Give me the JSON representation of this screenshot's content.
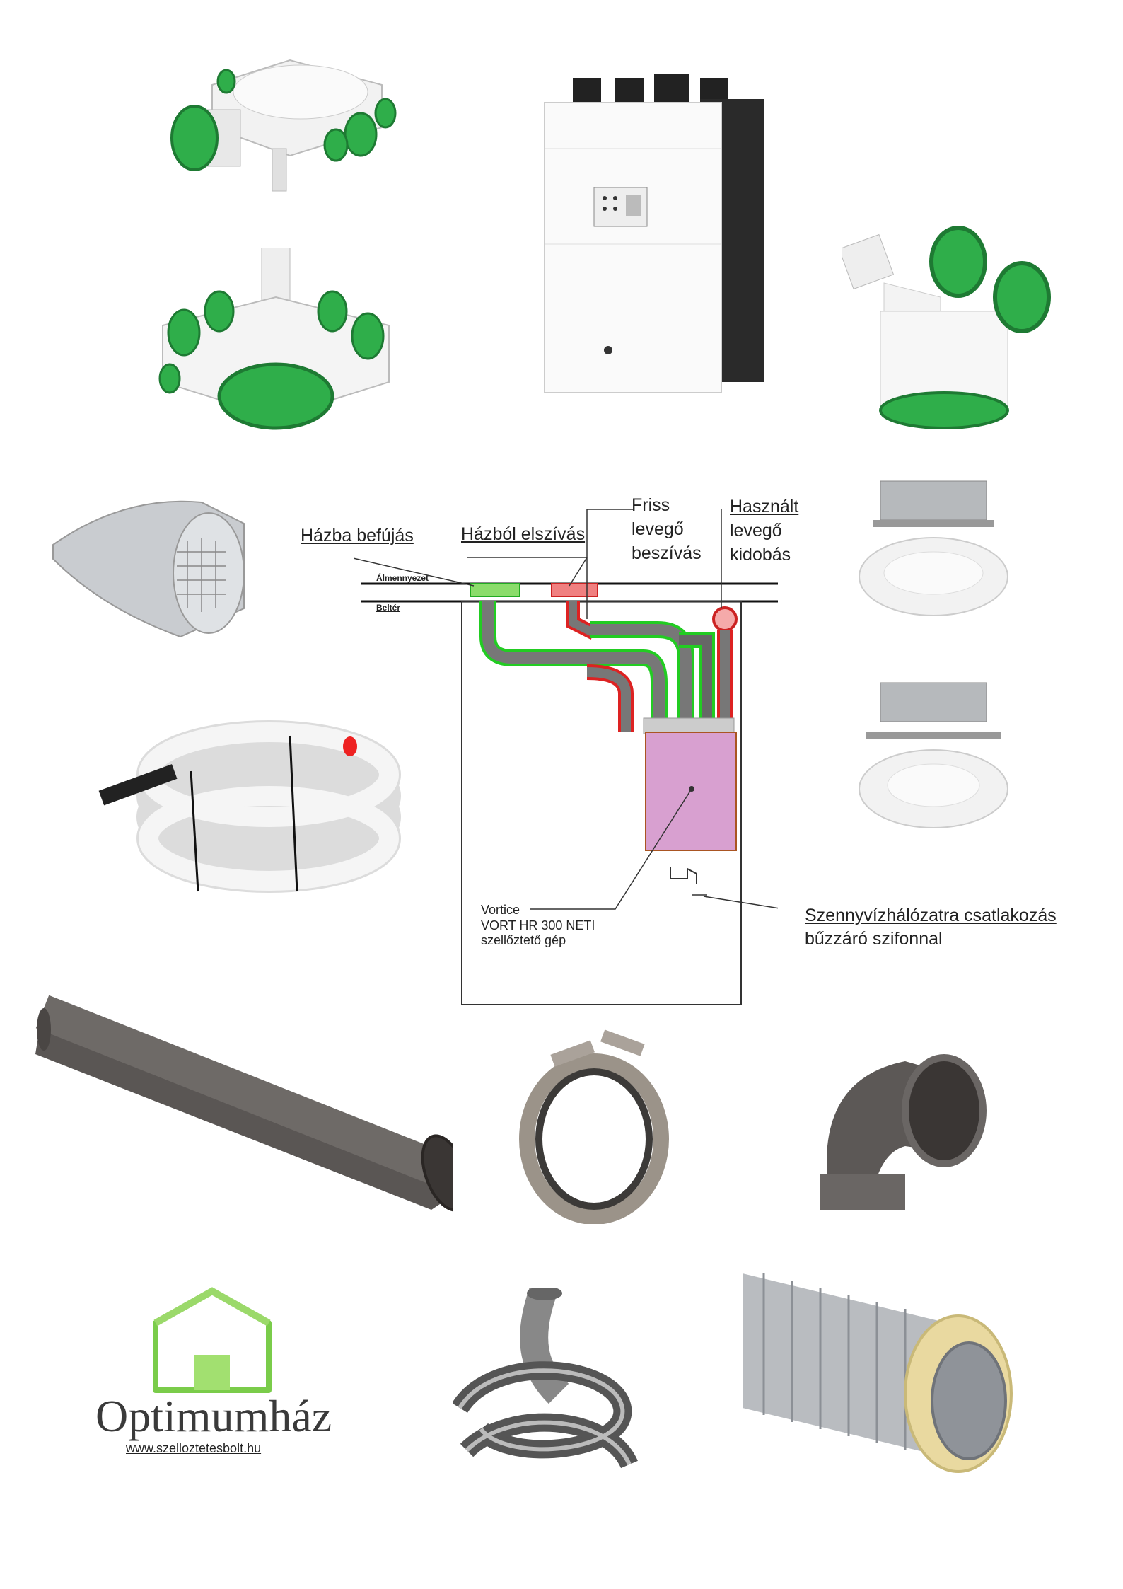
{
  "diagram": {
    "labels": {
      "supply_in": "Házba befújás",
      "extract_out": "Házból elszívás",
      "fresh_air": [
        "Friss",
        "levegő",
        "beszívás"
      ],
      "used_air": [
        "Használt",
        "levegő",
        "kidobás"
      ],
      "attic": "Álmennyezet",
      "interior": "Beltér",
      "unit": [
        "Vortice",
        "VORT HR 300 NETI",
        "szellőztető gép"
      ],
      "drain": [
        "Szennyvízhálózatra csatlakozás",
        "bűzzáró szifonnal"
      ]
    },
    "colors": {
      "supply": "#22cc22",
      "exhaust": "#dd2222",
      "duct": "#888888",
      "unit": "#d8a0d0"
    }
  },
  "brand": {
    "name": "Optimumház",
    "url": "www.szelloztetesbolt.hu"
  }
}
